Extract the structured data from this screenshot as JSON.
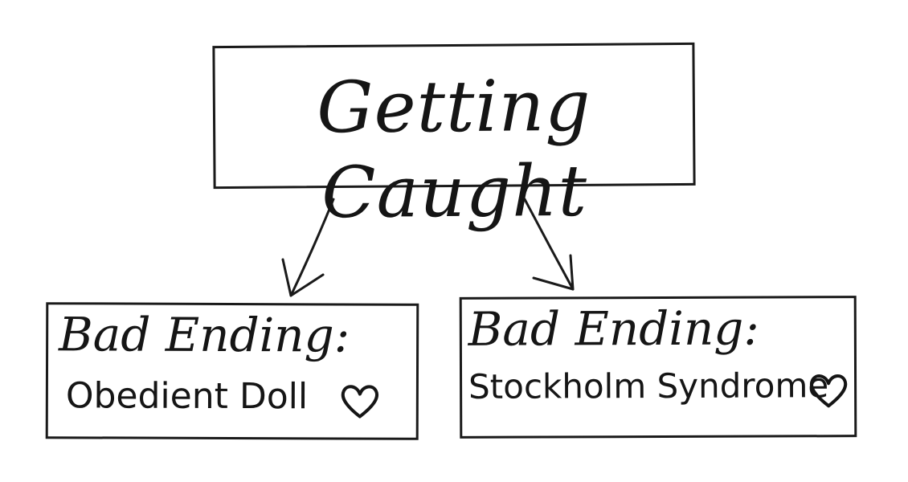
{
  "root": {
    "title": "Getting Caught"
  },
  "branches": [
    {
      "heading": "Bad Ending:",
      "name": "Obedient Doll",
      "icon": "heart-icon"
    },
    {
      "heading": "Bad Ending:",
      "name": "Stockholm Syndrome",
      "icon": "heart-icon"
    }
  ],
  "colors": {
    "ink": "#151515",
    "background": "#ffffff"
  }
}
